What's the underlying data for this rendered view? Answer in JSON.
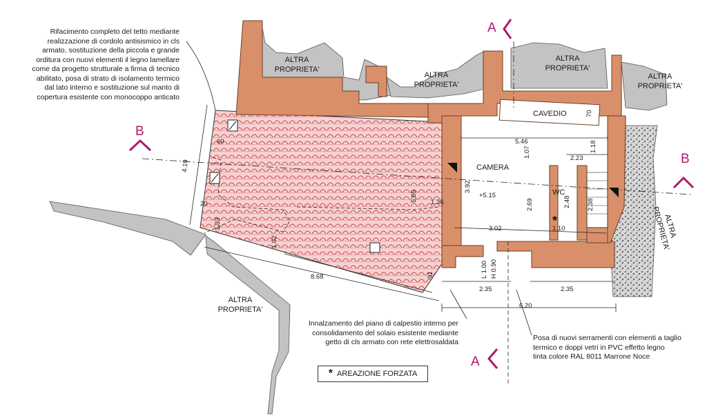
{
  "notes": {
    "roof": [
      "Rifacimento completo del tetto mediante",
      "realizzazione di cordolo antisismico in cls",
      "armato, sostituzione della piccola e grande",
      "orditura con nuovi elementi il legno lamellare",
      "come da progetto strutturale a firma di tecnico",
      "abilitato, posa di strato di isolamento termico",
      "dal lato interno e sostituzione sul manto di",
      "copertura esistente con monocoppo anticato"
    ],
    "floor": [
      "Innalzamento del piano di calpestio interno per",
      "consolidamento del solaio esistente mediante",
      "getto di cls armato con rete elettrosaldata"
    ],
    "windows": [
      "Posa di nuovi serramenti con elementi a taglio",
      "termico e doppi vetri in PVC effetto legno",
      "tinta colore RAL 8011 Marrone Noce"
    ]
  },
  "legend": {
    "symbol": "*",
    "text": "AREAZIONE FORZATA"
  },
  "rooms": {
    "camera": "CAMERA",
    "wc": "WC",
    "cavedio": "CAVEDIO",
    "elevation": "+5.15"
  },
  "other_property": {
    "line1": "ALTRA",
    "line2": "PROPRIETA'"
  },
  "sections": {
    "a": "A",
    "b": "B"
  },
  "dimensions": {
    "d546": "5.46",
    "d107": "1.07",
    "d223": "2.23",
    "d118": "1.18",
    "d070": "70",
    "d392": "3.92",
    "d269": "2.69",
    "d248": "2.48",
    "d238": "2.38",
    "d110": "1.10",
    "d302": "3.02",
    "d235a": "2.35",
    "d235b": "2.35",
    "d620": "6.20",
    "l100": "L 1.00",
    "h090": "H 0.90",
    "d419": "4.19",
    "d868": "8.68",
    "d133": "1.33",
    "d102": "1.02",
    "d20": "20",
    "d60": "60",
    "d585": "5.85",
    "d136": "1.36",
    "d91": "91"
  },
  "colors": {
    "wall": "#d9906a",
    "other_property": "#bdbdbd",
    "roof": "#f0a8a8",
    "section": "#b0186a"
  }
}
